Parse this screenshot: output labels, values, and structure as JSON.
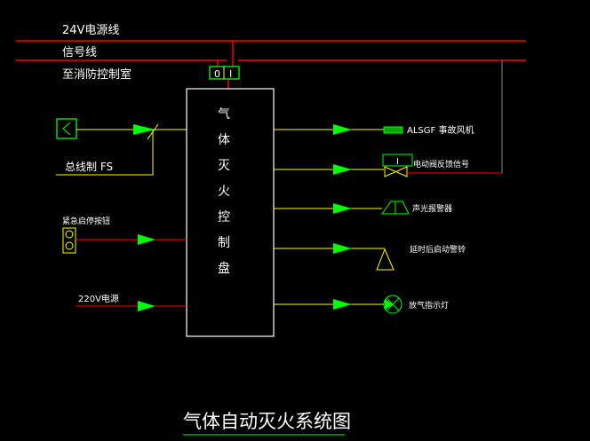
{
  "bus_labels": {
    "power_24v": "24V电源线",
    "signal": "信号线",
    "to_control_room": "至消防控制室"
  },
  "terminal": {
    "left": "0",
    "right": "I"
  },
  "panel_chars": [
    "气",
    "体",
    "灭",
    "火",
    "控",
    "制",
    "盘"
  ],
  "inputs": {
    "bus_fs": "总线制 FS",
    "emergency_button": "紧急启停按钮",
    "power_220v": "220V电源"
  },
  "outputs": {
    "fan": "ALSGF 事故风机",
    "valve": "电动阀反馈信号",
    "valve_indicator": "I",
    "alarm": "声光报警器",
    "delayed_start": "延时后启动警铃",
    "release_lamp": "放气指示灯"
  },
  "title": "气体自动灭火系统图",
  "colors": {
    "red": "#ff0000",
    "yellow": "#ffff00",
    "green": "#00ff00",
    "white": "#ffffff",
    "gray": "#808080"
  }
}
